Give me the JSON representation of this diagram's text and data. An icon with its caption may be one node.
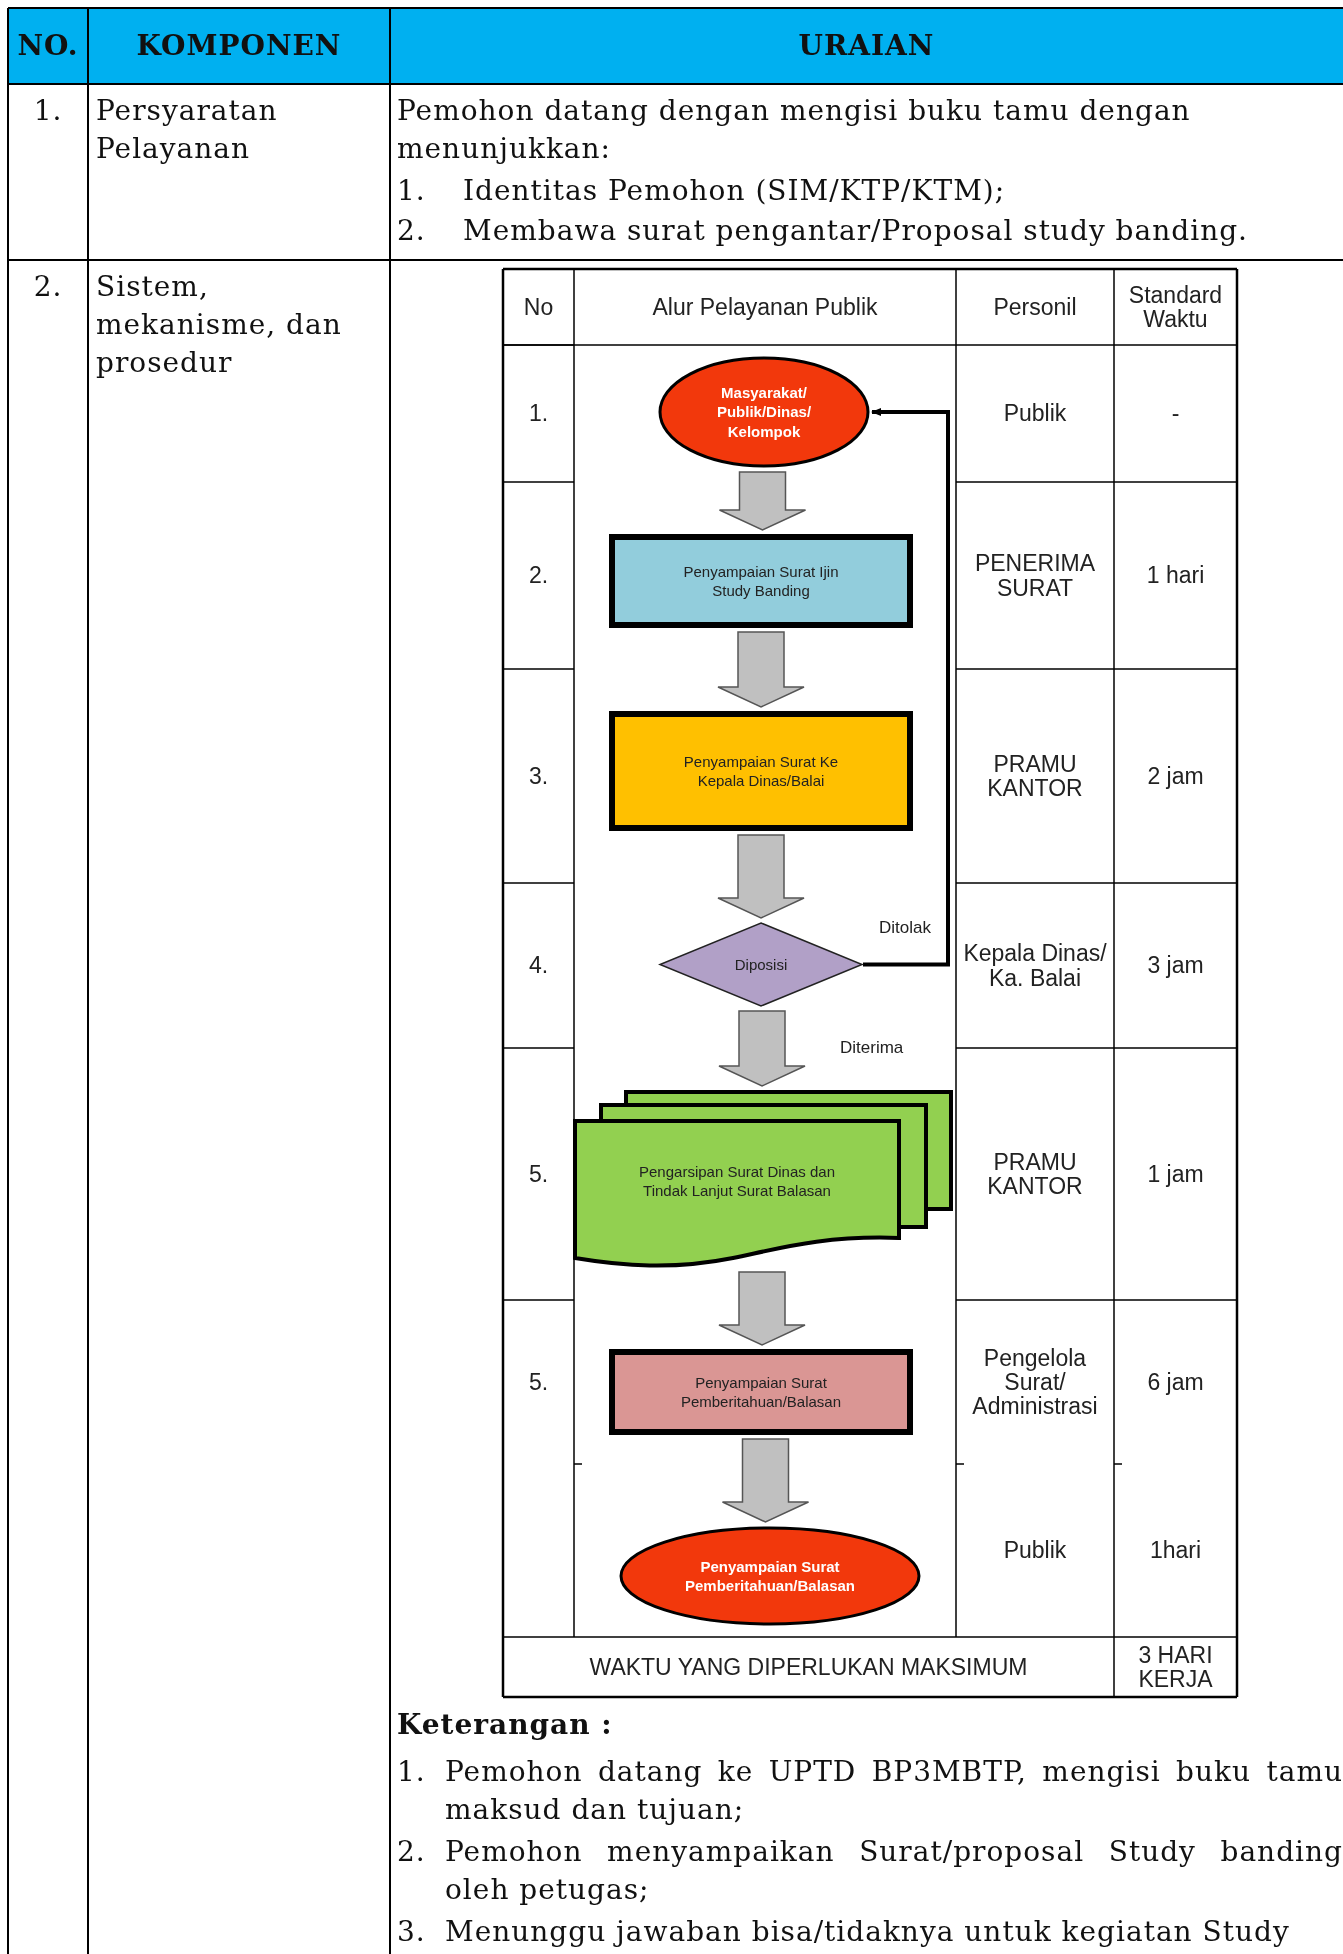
{
  "diagram": {
    "nodes": [
      {
        "text": [
          "Masyarakat/ Publik/Dinas/ Kelompok"
        ]
      },
      {
        "text": [
          "Penyampaian Surat Ijin Study Banding"
        ]
      },
      {
        "text": [
          "Penyampaian Surat Ke Kepala Dinas/Balai"
        ]
      },
      {
        "text": [
          "Diposisi"
        ]
      },
      {
        "text": [
          "Pengarsipan Surat Dinas dan Tindak Lanjut Surat Balasan"
        ]
      },
      {
        "text": [
          "Penyampaian Surat Pemberitahuan/Balasan"
        ]
      },
      {
        "text": [
          "Penyampaian Surat Pemberitahuan/Balasan"
        ]
      }
    ],
    "edges": [
      {
        "from": 0,
        "to": 1,
        "arrow": "to"
      },
      {
        "from": 1,
        "to": 2,
        "arrow": "to"
      },
      {
        "from": 2,
        "to": 3,
        "arrow": "to"
      },
      {
        "from": 3,
        "to": 4,
        "arrow": "to",
        "label": "Diterima"
      },
      {
        "from": 4,
        "to": 5,
        "arrow": "to"
      },
      {
        "from": 5,
        "to": 6,
        "arrow": "to"
      },
      {
        "from": 3,
        "to": 0,
        "arrow": "to",
        "label": "Ditolak",
        "color": "#000000"
      }
    ],
    "labels": [
      "NO.",
      "KOMPONEN",
      "URAIAN",
      "1.",
      "Persyaratan Pelayanan",
      "Pemohon datang dengan mengisi buku tamu dengan menunjukkan:",
      "1.",
      "Identitas Pemohon (SIM/KTP/KTM);",
      "2.",
      "Membawa surat pengantar/Proposal study banding.",
      "2.",
      "Sistem, mekanisme, dan prosedur",
      "No",
      "Alur Pelayanan Publik",
      "Personil",
      "Standard Waktu",
      "1.",
      "Publik",
      "-",
      "2.",
      "PENERIMA SURAT",
      "1 hari",
      "3.",
      "PRAMU KANTOR",
      "2 jam",
      "4.",
      "Kepala Dinas/ Ka. Balai",
      "3 jam",
      "5.",
      "PRAMU KANTOR",
      "1 jam",
      "5.",
      "Pengelola Surat/ Administrasi",
      "6 jam",
      "Publik",
      "1hari",
      "WAKTU YANG DIPERLUKAN MAKSIMUM",
      "3 HARI KERJA",
      "Keterangan :",
      "1.",
      "Pemohon datang ke UPTD BP3MBTP, mengisi buku tamu maksud dan tujuan;",
      "2.",
      "Pemohon menyampaikan Surat/proposal Study banding oleh petugas;",
      "3.",
      "Menunggu jawaban bisa/tidaknya untuk kegiatan Study"
    ]
  }
}
